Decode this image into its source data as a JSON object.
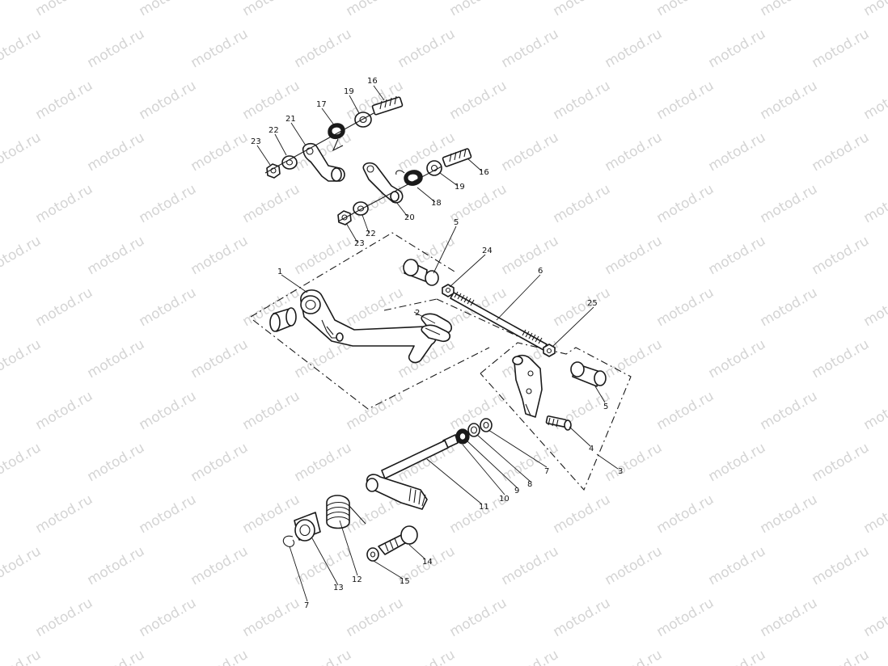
{
  "watermark": {
    "text": "motod.ru",
    "color": "#d4d4d4"
  },
  "callouts": {
    "c16a": "16",
    "c19a": "19",
    "c17": "17",
    "c21": "21",
    "c22a": "22",
    "c23a": "23",
    "c16b": "16",
    "c19b": "19",
    "c18": "18",
    "c20": "20",
    "c22b": "22",
    "c23b": "23",
    "c5a": "5",
    "c24": "24",
    "c6": "6",
    "c1": "1",
    "c2": "2",
    "c25": "25",
    "c5b": "5",
    "c4": "4",
    "c3": "3",
    "c7a": "7",
    "c8": "8",
    "c9": "9",
    "c10": "10",
    "c11": "11",
    "c12": "12",
    "c13": "13",
    "c7b": "7",
    "c14": "14",
    "c15": "15"
  }
}
